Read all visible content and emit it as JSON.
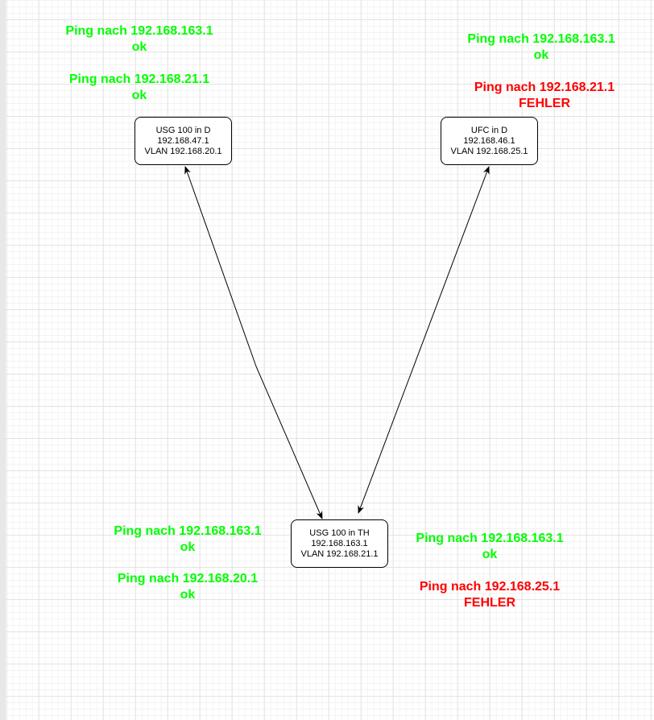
{
  "nodes": {
    "usg_d": {
      "line1": "USG 100 in D",
      "line2": "192.168.47.1",
      "line3": "VLAN 192.168.20.1"
    },
    "ufc_d": {
      "line1": "UFC in D",
      "line2": "192.168.46.1",
      "line3": "VLAN 192.168.25.1"
    },
    "usg_th": {
      "line1": "USG 100 in TH",
      "line2": "192.168.163.1",
      "line3": "VLAN 192.168.21.1"
    }
  },
  "labels": {
    "usg_d_1": {
      "title": "Ping nach 192.168.163.1",
      "status": "ok"
    },
    "usg_d_2": {
      "title": "Ping nach 192.168.21.1",
      "status": "ok"
    },
    "ufc_d_1": {
      "title": "Ping nach 192.168.163.1",
      "status": "ok"
    },
    "ufc_d_2": {
      "title": "Ping nach 192.168.21.1",
      "status": "FEHLER"
    },
    "th_left_1": {
      "title": "Ping nach 192.168.163.1",
      "status": "ok"
    },
    "th_left_2": {
      "title": "Ping nach 192.168.20.1",
      "status": "ok"
    },
    "th_right_1": {
      "title": "Ping nach 192.168.163.1",
      "status": "ok"
    },
    "th_right_2": {
      "title": "Ping nach 192.168.25.1",
      "status": "FEHLER"
    }
  },
  "colors": {
    "ok": "#00ff00",
    "error": "#ff0000"
  }
}
